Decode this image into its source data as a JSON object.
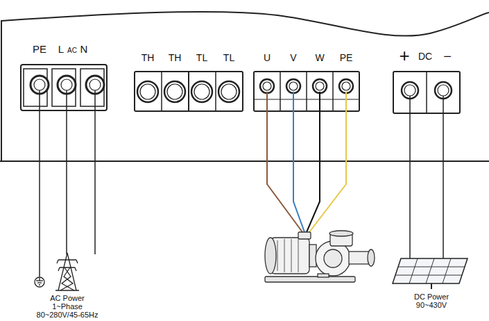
{
  "diagram": {
    "labels": [
      "PE",
      "L",
      "AC",
      "N",
      "TH",
      "TH",
      "TL",
      "TL",
      "U",
      "V",
      "W",
      "PE",
      "+",
      "DC",
      "−",
      "AC Power",
      "1~Phase",
      "80~280V/45-65Hz",
      "DC Power",
      "90~430V"
    ]
  }
}
